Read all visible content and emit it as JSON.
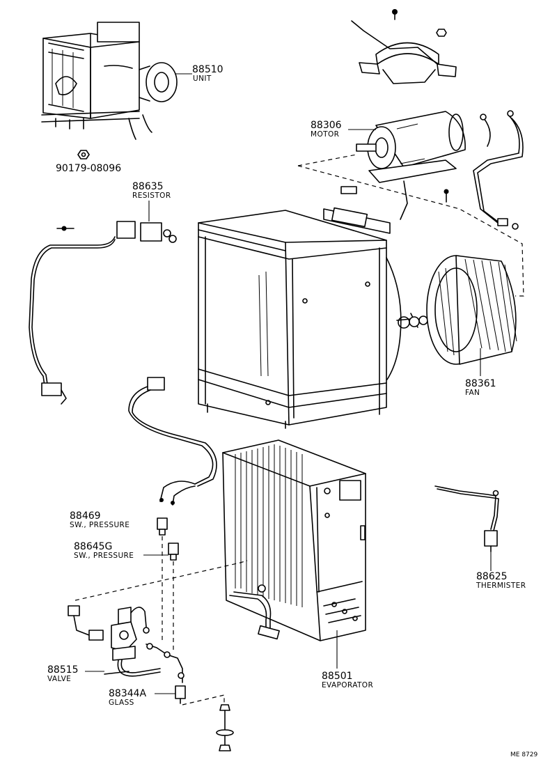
{
  "parts": [
    {
      "id": "unit",
      "number": "88510",
      "name": "UNIT"
    },
    {
      "id": "nut",
      "number": "90179-08096",
      "name": ""
    },
    {
      "id": "motor",
      "number": "88306",
      "name": "MOTOR"
    },
    {
      "id": "resistor",
      "number": "88635",
      "name": "RESISTOR"
    },
    {
      "id": "fan",
      "number": "88361",
      "name": "FAN"
    },
    {
      "id": "sw1",
      "number": "88469",
      "name": "SW., PRESSURE"
    },
    {
      "id": "sw2",
      "number": "88645G",
      "name": "SW., PRESSURE"
    },
    {
      "id": "thermister",
      "number": "88625",
      "name": "THERMISTER"
    },
    {
      "id": "valve",
      "number": "88515",
      "name": "VALVE"
    },
    {
      "id": "evaporator",
      "number": "88501",
      "name": "EVAPORATOR"
    },
    {
      "id": "glass",
      "number": "88344A",
      "name": "GLASS"
    }
  ],
  "caption": "ME 8729"
}
